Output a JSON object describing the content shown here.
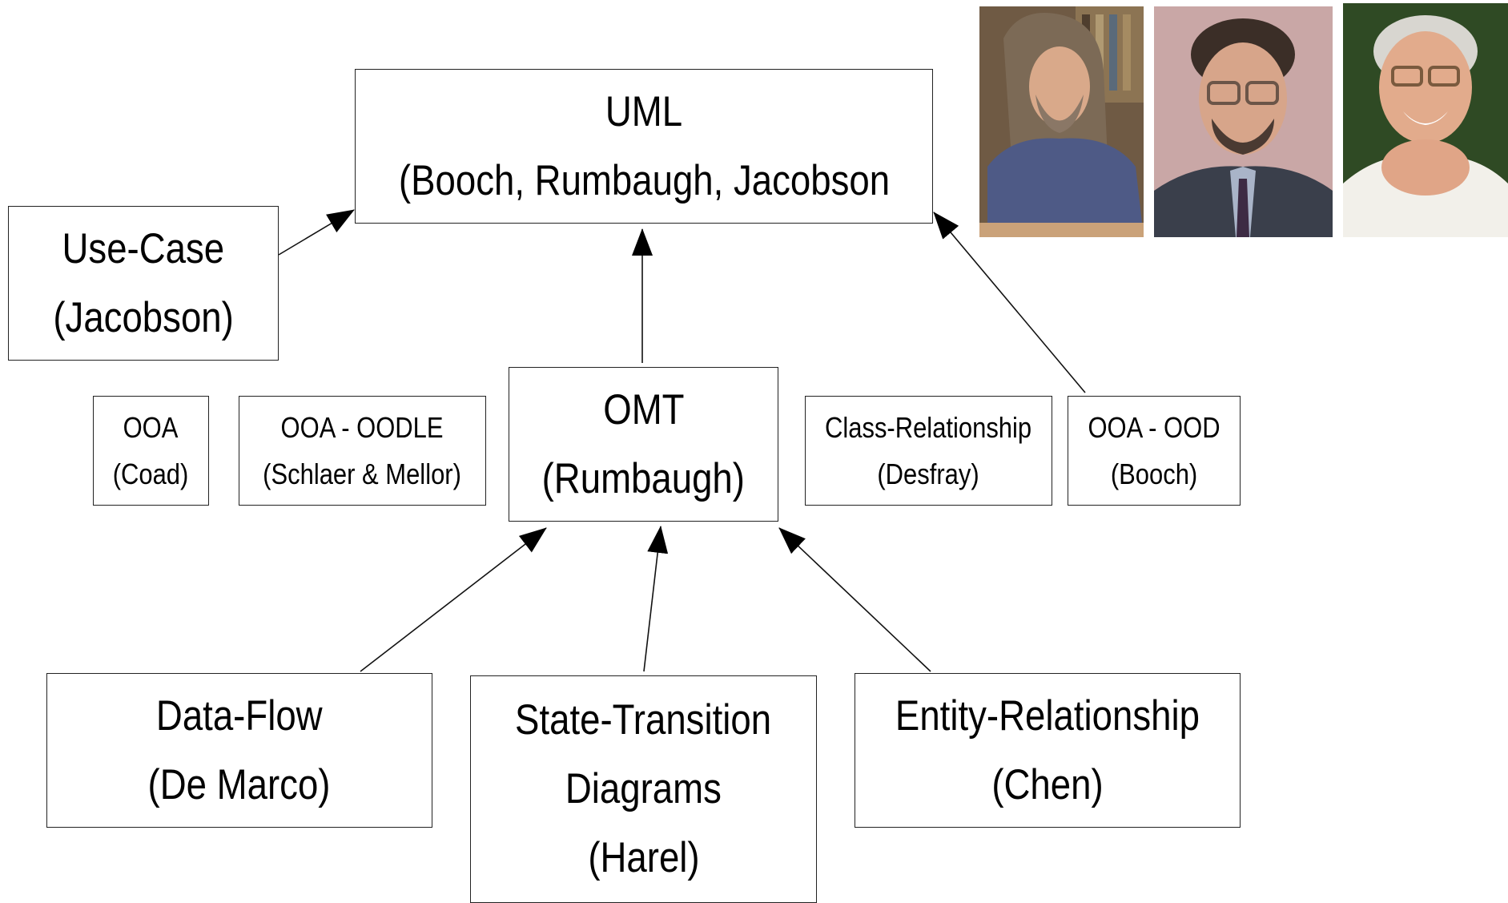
{
  "nodes": {
    "uml": {
      "line1": "UML",
      "line2": "(Booch, Rumbaugh, Jacobson"
    },
    "use_case": {
      "line1": "Use-Case",
      "line2": "(Jacobson)"
    },
    "omt": {
      "line1": "OMT",
      "line2": "(Rumbaugh)"
    },
    "ooa_coad": {
      "line1": "OOA",
      "line2": "(Coad)"
    },
    "ooa_oodle": {
      "line1": "OOA - OODLE",
      "line2": "(Schlaer & Mellor)"
    },
    "class_relationship": {
      "line1": "Class-Relationship",
      "line2": "(Desfray)"
    },
    "ooa_ood": {
      "line1": "OOA - OOD",
      "line2": "(Booch)"
    },
    "data_flow": {
      "line1": "Data-Flow",
      "line2": "(De Marco)"
    },
    "state_transition": {
      "line1": "State-Transition",
      "line2": "Diagrams",
      "line3": "(Harel)"
    },
    "entity_relationship": {
      "line1": "Entity-Relationship",
      "line2": "(Chen)"
    }
  },
  "edges": [
    {
      "from": "use_case",
      "to": "uml"
    },
    {
      "from": "omt",
      "to": "uml"
    },
    {
      "from": "ooa_ood",
      "to": "uml"
    },
    {
      "from": "data_flow",
      "to": "omt"
    },
    {
      "from": "state_transition",
      "to": "omt"
    },
    {
      "from": "entity_relationship",
      "to": "omt"
    }
  ],
  "colors": {
    "stroke": "#111111",
    "background": "#ffffff"
  }
}
